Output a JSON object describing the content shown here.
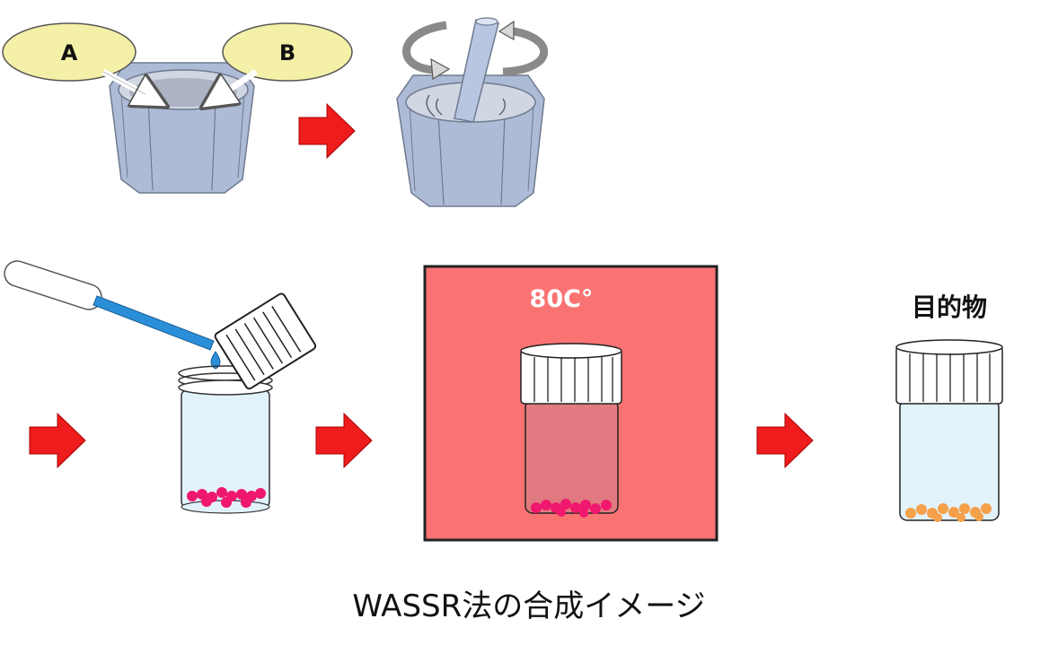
{
  "labels": {
    "reagent_a": "A",
    "reagent_b": "B",
    "temperature": "80C°",
    "product": "目的物"
  },
  "caption": "WASSR法の合成イメージ",
  "colors": {
    "mortar": "#aebbd6",
    "mortar_stroke": "#6f7a8f",
    "oval_fill": "#f4f0a8",
    "arrow_red": "#ee1c1c",
    "heater_fill": "#fa7373",
    "vial_glass": "#e2f2fb",
    "pink_crystals": "#f0176e",
    "orange_crystals": "#f5a04a",
    "pipette_blue": "#2a8fd8"
  },
  "icons": [
    "mortar-icon",
    "pestle-icon",
    "rotation-arrow-icon",
    "pipette-icon",
    "vial-icon",
    "vial-cap-icon",
    "droplet-icon",
    "heater-block-icon",
    "process-arrow-icon"
  ]
}
